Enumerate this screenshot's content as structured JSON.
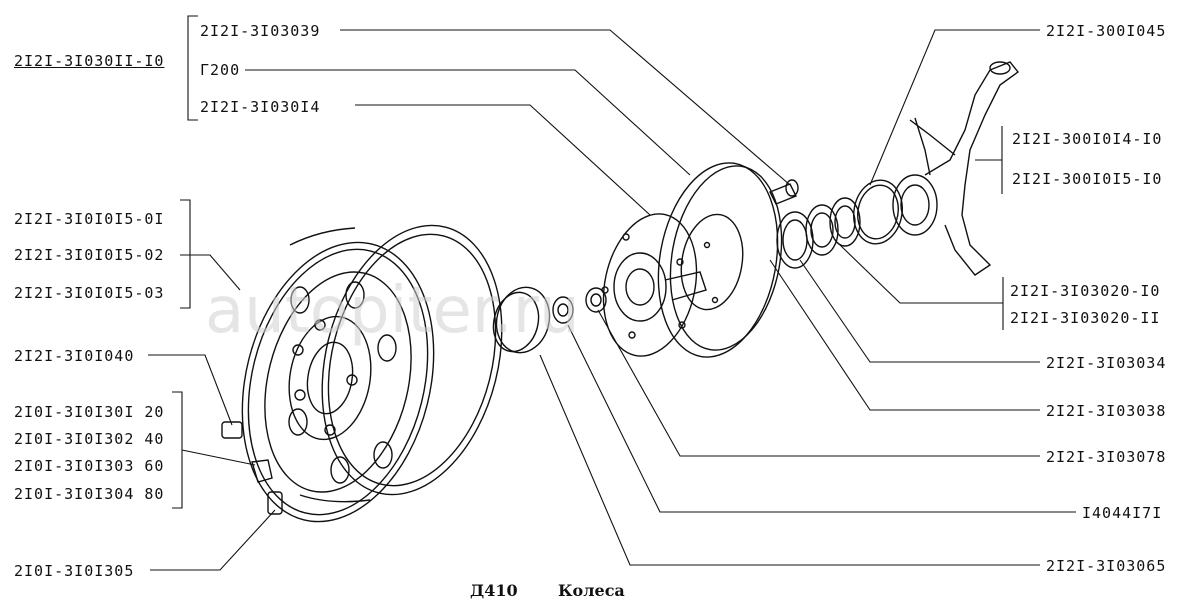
{
  "page": {
    "code": "Д410",
    "title": "Колеса",
    "watermark": "autopiter.ru"
  },
  "labels": {
    "assembly": "2I2I-3I030II-I0",
    "group_top": [
      "2I2I-3I03039",
      "Г200",
      "2I2I-3I030I4"
    ],
    "disc_variants": [
      "2I2I-3I0I0I5-0I",
      "2I2I-3I0I0I5-02",
      "2I2I-3I0I0I5-03"
    ],
    "nut": "2I2I-3I0I040",
    "weights": [
      "2I0I-3I0I30I 20",
      "2I0I-3I0I302 40",
      "2I0I-3I0I303 60",
      "2I0I-3I0I304 80"
    ],
    "valve": "2I0I-3I0I305",
    "knuckle": "2I2I-300I045",
    "knuckle_variants": [
      "2I2I-300I0I4-I0",
      "2I2I-300I0I5-I0"
    ],
    "bearing_variants": [
      "2I2I-3I03020-I0",
      "2I2I-3I03020-II"
    ],
    "right_list": [
      "2I2I-3I03034",
      "2I2I-3I03038",
      "2I2I-3I03078",
      "I4044I7I",
      "2I2I-3I03065"
    ]
  }
}
